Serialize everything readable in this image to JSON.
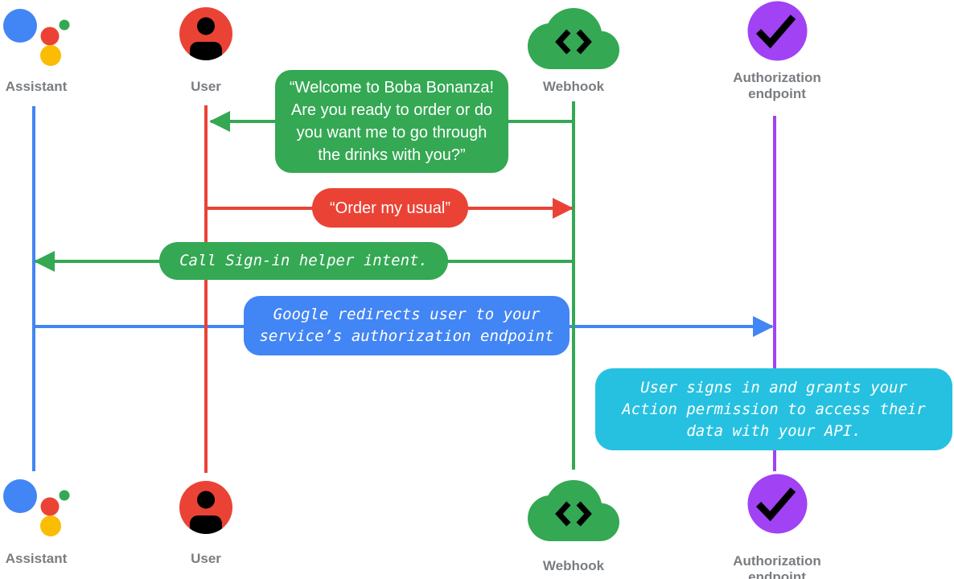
{
  "colors": {
    "bg": "#ffffff",
    "blue": "#4285F4",
    "red": "#EA4335",
    "green": "#34A853",
    "yellow": "#FBBC04",
    "purple": "#A142F4",
    "cyan": "#26C1E0",
    "glyph": "#000000",
    "label": "#797D81",
    "bubble_text": "#FFFFFF"
  },
  "actors": [
    {
      "id": "assistant",
      "icon": "google-assistant-icon",
      "label_lines": [
        "Assistant"
      ]
    },
    {
      "id": "user",
      "icon": "person-circle-icon",
      "label_lines": [
        "User"
      ]
    },
    {
      "id": "webhook",
      "icon": "code-cloud-icon",
      "label_lines": [
        "Webhook"
      ]
    },
    {
      "id": "authorization-endpoint",
      "icon": "check-circle-icon",
      "label_lines": [
        "Authorization",
        "endpoint"
      ]
    }
  ],
  "messages": [
    {
      "id": "welcome",
      "from": "webhook",
      "to": "user",
      "kind": "speech",
      "color": "green",
      "lines": [
        "“Welcome to Boba Bonanza!",
        "Are you ready to order or do",
        "you want me to go through",
        "the drinks with you?”"
      ]
    },
    {
      "id": "order-my-usual",
      "from": "user",
      "to": "webhook",
      "kind": "speech",
      "color": "red",
      "lines": [
        "“Order my usual”"
      ]
    },
    {
      "id": "call-sign-in-helper",
      "from": "webhook",
      "to": "assistant",
      "kind": "code",
      "color": "green",
      "lines": [
        "Call Sign-in helper intent."
      ]
    },
    {
      "id": "google-redirects",
      "from": "assistant",
      "to": "authorization-endpoint",
      "kind": "code",
      "color": "blue",
      "lines": [
        "Google redirects user to your",
        "service’s authorization endpoint"
      ]
    },
    {
      "id": "user-signs-in",
      "anchored_to": "authorization-endpoint",
      "kind": "note",
      "color": "cyan",
      "lines": [
        "User signs in and grants your",
        "Action permission to access their",
        "data with your API."
      ]
    }
  ]
}
